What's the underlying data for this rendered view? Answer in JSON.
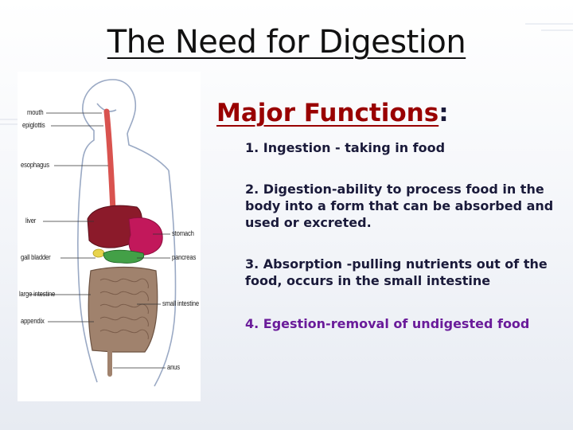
{
  "slide": {
    "title": "The Need for Digestion"
  },
  "diagram": {
    "labels": {
      "mouth": "mouth",
      "epiglottis": "epiglottis",
      "esophagus": "esophagus",
      "liver": "liver",
      "stomach": "stomach",
      "gall_bladder": "gall bladder",
      "pancreas": "pancreas",
      "large_intestine": "large intestine",
      "small_intestine": "small intestine",
      "appendix": "appendix",
      "anus": "anus"
    },
    "colors": {
      "esophagus": "#d9534f",
      "liver": "#8b1a2a",
      "stomach": "#c2185b",
      "pancreas": "#2e7d32",
      "pancreas_light": "#66bb6a",
      "gall_bladder": "#e8d44d",
      "intestines": "#a0826d",
      "body_outline": "#9aa9c4"
    }
  },
  "content": {
    "heading": "Major Functions",
    "heading_colon": ":",
    "functions": [
      "1. Ingestion - taking in food",
      "2. Digestion-ability to process food in the body into a form that can be absorbed and used or excreted.",
      "3. Absorption -pulling nutrients out of the food, occurs in the small intestine",
      "4. Egestion-removal of undigested food"
    ]
  },
  "colors": {
    "heading": "#990000",
    "text": "#1a1a3a",
    "highlight": "#6a1b9a"
  }
}
